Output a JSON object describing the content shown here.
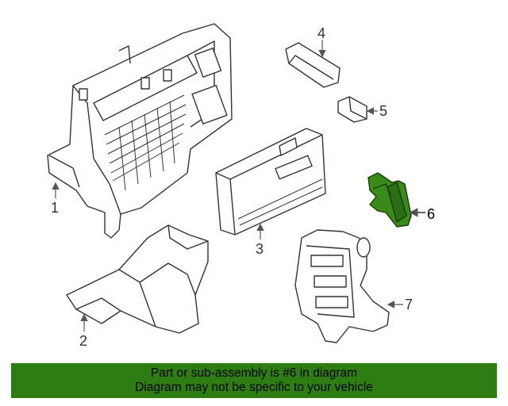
{
  "callouts": {
    "c1": "1",
    "c2": "2",
    "c3": "3",
    "c4": "4",
    "c5": "5",
    "c6": "6",
    "c7": "7"
  },
  "highlight_color": "#3a8a1a",
  "banner": {
    "line1": "Part or sub-assembly is #6 in diagram",
    "line2": "Diagram may not be specific to your vehicle",
    "background": "#2e7d12"
  }
}
